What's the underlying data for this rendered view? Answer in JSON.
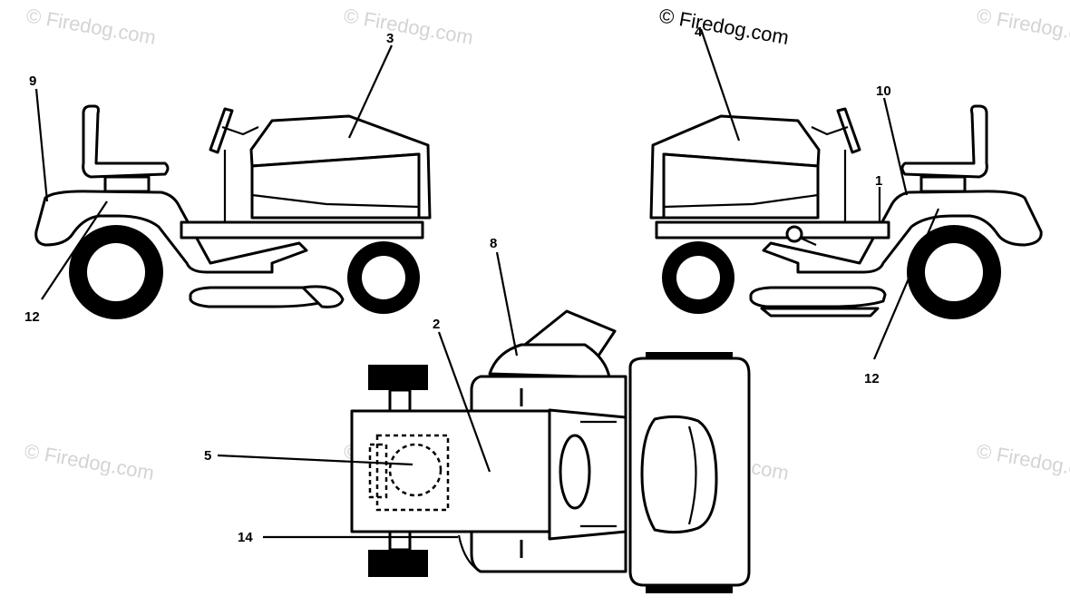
{
  "watermarks": {
    "main": "© Firedog.com",
    "faint": "© Firedog.com"
  },
  "callouts": {
    "c1": "1",
    "c2": "2",
    "c3": "3",
    "c4": "4",
    "c5": "5",
    "c8": "8",
    "c9": "9",
    "c10": "10",
    "c12_left": "12",
    "c12_right": "12",
    "c14": "14"
  }
}
